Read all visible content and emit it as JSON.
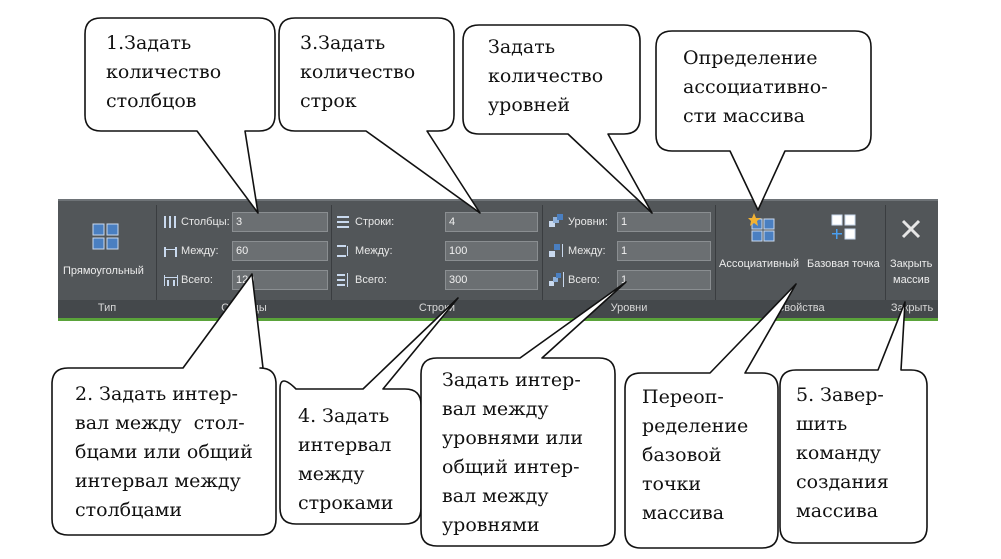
{
  "ribbon": {
    "type_panel": {
      "button_label": "Прямоугольный",
      "title": "Тип"
    },
    "columns_panel": {
      "title": "Столбцы",
      "rows": [
        {
          "label": "Столбцы:",
          "value": "3"
        },
        {
          "label": "Между:",
          "value": "60"
        },
        {
          "label": "Всего:",
          "value": "120"
        }
      ]
    },
    "rows_panel": {
      "title": "Строки",
      "rows": [
        {
          "label": "Строки:",
          "value": "4"
        },
        {
          "label": "Между:",
          "value": "100"
        },
        {
          "label": "Всего:",
          "value": "300"
        }
      ]
    },
    "levels_panel": {
      "title": "Уровни",
      "rows": [
        {
          "label": "Уровни:",
          "value": "1"
        },
        {
          "label": "Между:",
          "value": "1"
        },
        {
          "label": "Всего:",
          "value": "1"
        }
      ]
    },
    "properties_panel": {
      "title": "Свойства",
      "associative_label": "Ассоциативный",
      "base_point_label": "Базовая точка"
    },
    "close_panel": {
      "title": "Закрыть",
      "close_label_line1": "Закрыть",
      "close_label_line2": "массив"
    },
    "colors": {
      "background": "#525659",
      "accent": "#5aa33a",
      "icon_blue": "#4a7fc1"
    }
  },
  "callouts": {
    "columns_count": "1.Задать\nколичество\nстолбцов",
    "rows_count": "3.Задать\nколичество\nстрок",
    "levels_count": "Задать\nколичество\nуровней",
    "associativity": "Определение\nассоциативно-\nсти массива",
    "columns_spacing": "2. Задать интер-\nвал между  стол-\nбцами или общий\nинтервал между\nстолбцами",
    "rows_spacing": "4. Задать\nинтервал\nмежду\nстроками",
    "levels_spacing": "Задать интер-\nвал между\nуровнями или\nобщий интер-\nвал между\nуровнями",
    "base_point": "Переоп-\nределение\nбазовой\nточки\nмассива",
    "close_command": "5. Завер-\nшить\nкоманду\nсоздания\nмассива"
  }
}
